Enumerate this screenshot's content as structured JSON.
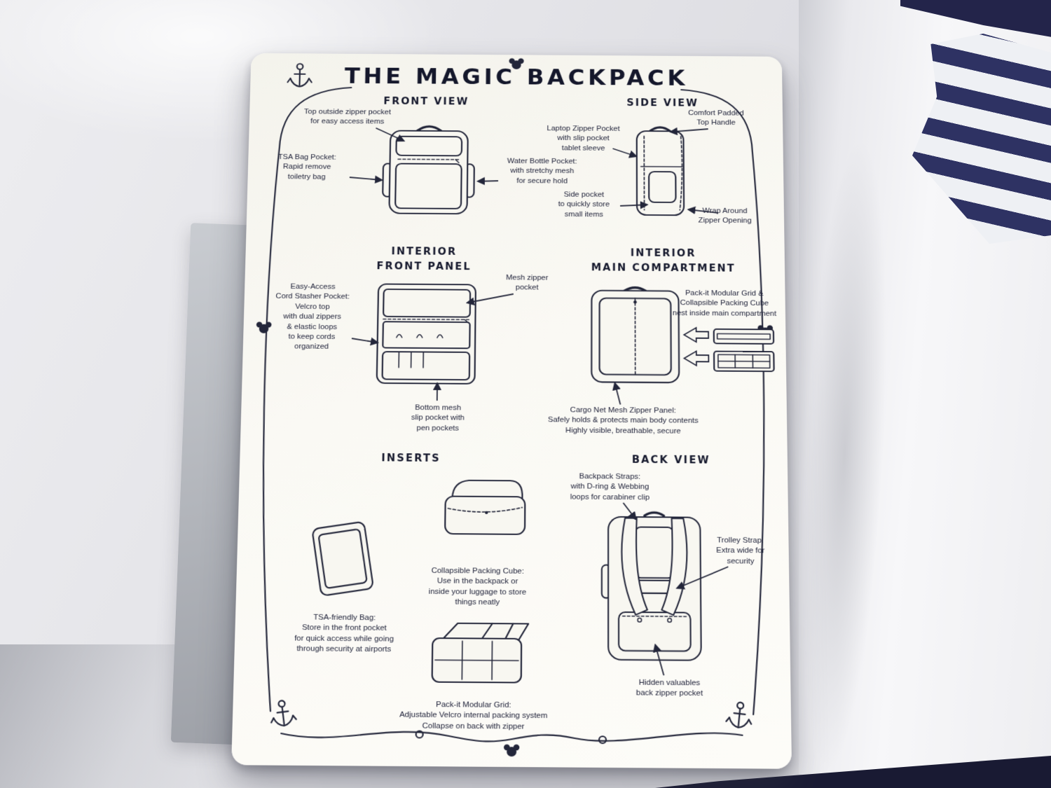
{
  "card": {
    "title": "THE MAGIC BACKPACK",
    "front_view": {
      "heading": "FRONT VIEW",
      "top_pocket": "Top outside zipper pocket\nfor easy access items",
      "tsa_pocket": "TSA Bag Pocket:\nRapid remove\ntoiletry bag",
      "water_bottle": "Water Bottle Pocket:\nwith stretchy mesh\nfor secure hold"
    },
    "side_view": {
      "heading": "SIDE VIEW",
      "laptop_pocket": "Laptop Zipper Pocket\nwith slip pocket\ntablet sleeve",
      "top_handle": "Comfort Padded\nTop Handle",
      "side_pocket": "Side pocket\nto quickly store\nsmall items",
      "wrap_zipper": "Wrap Around\nZipper Opening"
    },
    "interior_front": {
      "heading": "INTERIOR\nFRONT PANEL",
      "cord_stasher": "Easy-Access\nCord Stasher Pocket:\nVelcro top\nwith dual zippers\n& elastic loops\nto keep cords\norganized",
      "mesh_pocket": "Mesh zipper\npocket",
      "bottom_mesh": "Bottom mesh\nslip pocket with\npen pockets"
    },
    "interior_main": {
      "heading": "INTERIOR\nMAIN COMPARTMENT",
      "packit_nest": "Pack-it Modular Grid &\nCollapsible Packing Cube\nnest inside main compartment",
      "cargo_net": "Cargo Net Mesh Zipper Panel:\nSafely holds & protects main body contents\nHighly visible, breathable, secure"
    },
    "inserts": {
      "heading": "INSERTS",
      "packing_cube": "Collapsible Packing Cube:\nUse in the backpack or\ninside your luggage to store\nthings neatly",
      "tsa_bag": "TSA-friendly Bag:\nStore in the front pocket\nfor quick access while going\nthrough security at airports",
      "modular_grid": "Pack-it Modular Grid:\nAdjustable Velcro internal packing system\nCollapse on back with zipper"
    },
    "back_view": {
      "heading": "BACK VIEW",
      "straps": "Backpack Straps:\nwith D-ring & Webbing\nloops for carabiner clip",
      "trolley": "Trolley Strap:\nExtra wide for\nsecurity",
      "hidden_pocket": "Hidden valuables\nback zipper pocket"
    }
  },
  "colors": {
    "ink": "#23263a",
    "card_background": "#faf9f4",
    "navy_fabric": "#23244a",
    "stripe_navy": "#2e3263",
    "sheet_gray": "#e6e6ea",
    "mat_gray": "#b1b4ba"
  }
}
